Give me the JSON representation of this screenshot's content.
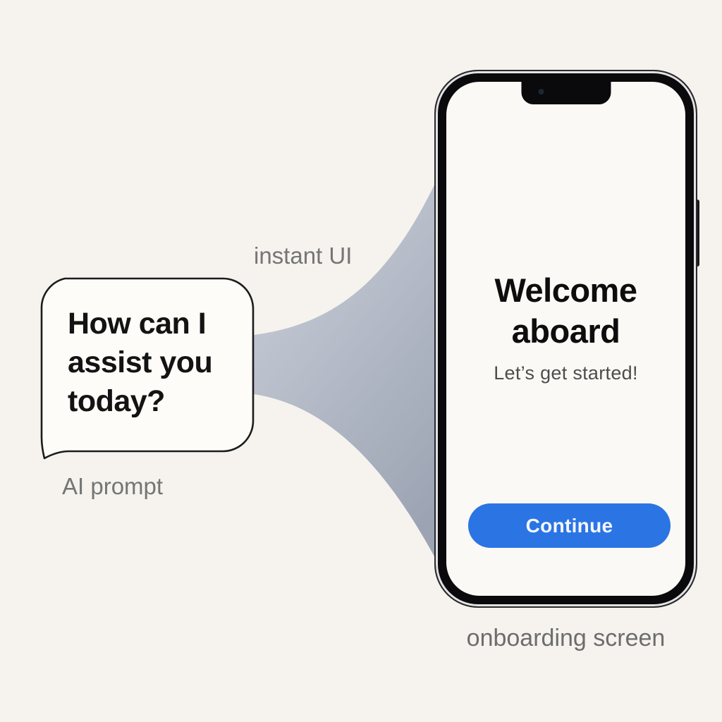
{
  "scene": {
    "bubble": {
      "text": "How can I\nassist you\ntoday?",
      "caption": "AI prompt"
    },
    "flow": {
      "caption": "instant UI"
    },
    "phone": {
      "screen": {
        "title": "Welcome\naboard",
        "subtitle": "Let’s get started!",
        "cta_label": "Continue"
      },
      "caption": "onboarding screen"
    },
    "colors": {
      "background": "#f6f3ee",
      "cta_blue": "#2b74e4",
      "funnel_top": "#d2d6df",
      "funnel_bottom": "#9ca4b3",
      "bubble_outline": "#1c1c1e",
      "phone_bezel": "#0a0a0c"
    }
  }
}
